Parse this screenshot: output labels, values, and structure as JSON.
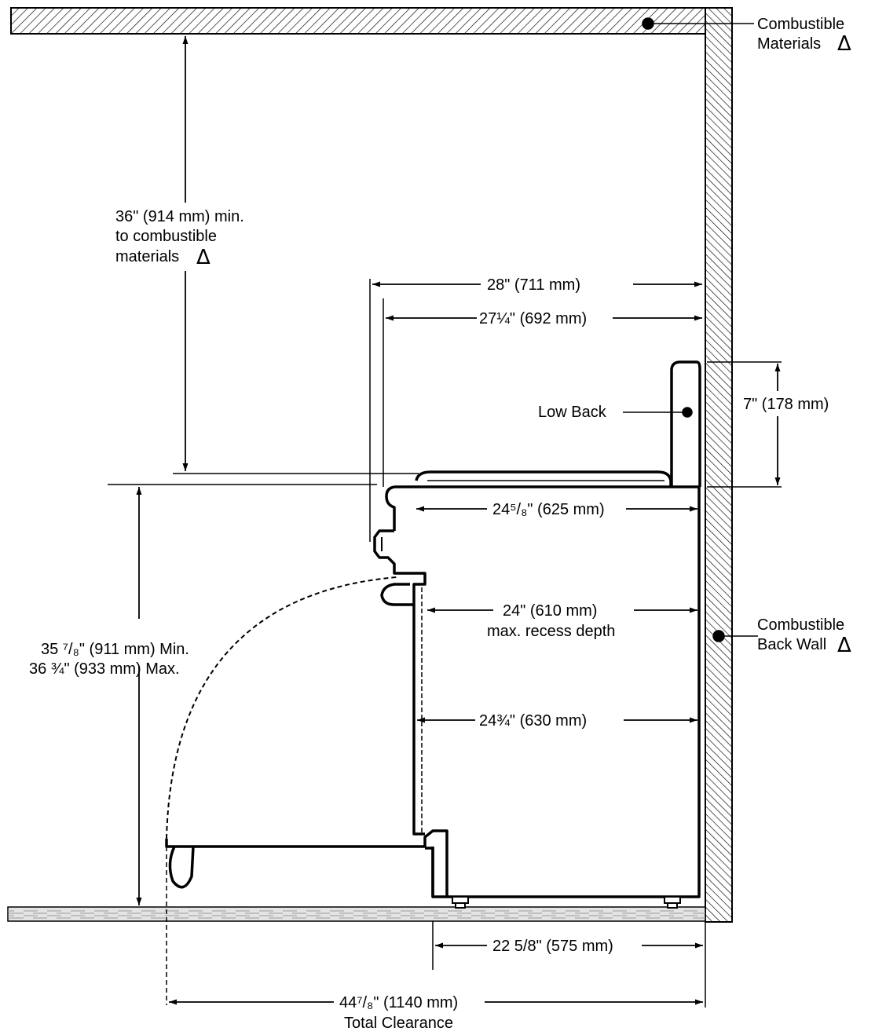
{
  "labels": {
    "combustible_materials_top": "Combustible",
    "combustible_materials_bottom": "Materials",
    "clearance_36_line1": "36\" (914 mm)  min.",
    "clearance_36_line2": "to combustible",
    "clearance_36_line3": "materials",
    "width_28": "28\" (711 mm)",
    "width_27_quarter": "27¼\" (692 mm)",
    "low_back": "Low Back",
    "height_7": "7\" (178 mm)",
    "depth_24_5_8": "24⁵/₈\" (625 mm)",
    "recess_24_line1": "24\" (610 mm)",
    "recess_24_line2": "max. recess depth",
    "height_range_line1": "35 ⁷/₈\" (911 mm) Min.",
    "height_range_line2": "36 ¾\"  (933 mm) Max.",
    "depth_24_3_4": "24¾\" (630 mm)",
    "back_wall_top": "Combustible",
    "back_wall_bottom": "Back Wall",
    "depth_22_5_8": "22 5/8\" (575 mm)",
    "total_44_7_8": "44⁷/₈\" (1140 mm)",
    "total_clearance": "Total Clearance"
  },
  "symbols": {
    "delta": "Δ"
  },
  "colors": {
    "line": "#000000",
    "hatch": "#000000",
    "floor": "#b8b8b8",
    "background": "#ffffff"
  }
}
